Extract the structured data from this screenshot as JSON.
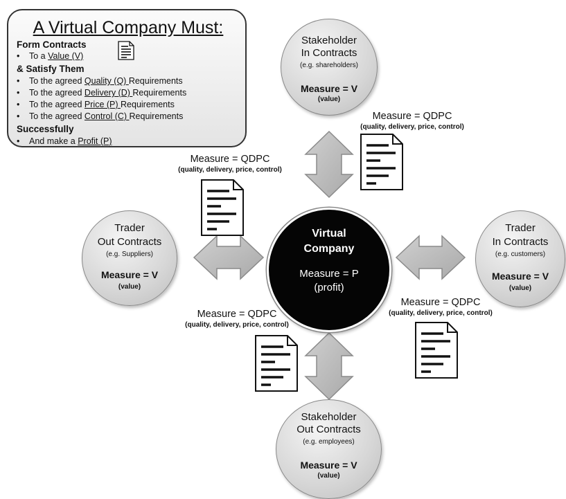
{
  "info_box": {
    "title": "A Virtual Company Must:",
    "form_heading": "Form Contracts",
    "form_item": {
      "prefix": "To a ",
      "link": "Value (V)",
      "suffix": ""
    },
    "satisfy_heading": "& Satisfy Them",
    "requirements": [
      {
        "prefix": "To the agreed ",
        "link": "Quality (Q) ",
        "suffix": "Requirements"
      },
      {
        "prefix": "To the agreed ",
        "link": "Delivery (D) ",
        "suffix": "Requirements"
      },
      {
        "prefix": "To the agreed ",
        "link": "Price (P) ",
        "suffix": "Requirements"
      },
      {
        "prefix": "To the agreed ",
        "link": "Control (C) ",
        "suffix": "Requirements"
      }
    ],
    "success_heading": "Successfully",
    "success_item": {
      "prefix": "And make a ",
      "link": "Profit (P)",
      "suffix": ""
    },
    "bullet": "•"
  },
  "center": {
    "line1": "Virtual",
    "line2": "Company",
    "measure": "Measure = P",
    "measure_note": "(profit)"
  },
  "nodes": {
    "top": {
      "line1": "Stakeholder",
      "line2": "In Contracts",
      "example": "(e.g. shareholders)",
      "measure": "Measure = V",
      "value_note": "(value)"
    },
    "bottom": {
      "line1": "Stakeholder",
      "line2": "Out Contracts",
      "example": "(e.g. employees)",
      "measure": "Measure = V",
      "value_note": "(value)"
    },
    "left": {
      "line1": "Trader",
      "line2": "Out Contracts",
      "example": "(e.g. Suppliers)",
      "measure": "Measure = V",
      "value_note": "(value)"
    },
    "right": {
      "line1": "Trader",
      "line2": "In Contracts",
      "example": "(e.g. customers)",
      "measure": "Measure = V",
      "value_note": "(value)"
    }
  },
  "links": {
    "top": {
      "measure": "Measure = QDPC",
      "detail": "(quality, delivery, price, control)"
    },
    "left": {
      "measure": "Measure = QDPC",
      "detail": "(quality, delivery, price, control)"
    },
    "bottom": {
      "measure": "Measure = QDPC",
      "detail": "(quality, delivery, price, control)"
    },
    "right": {
      "measure": "Measure = QDPC",
      "detail": "(quality, delivery, price, control)"
    }
  },
  "colors": {
    "arrow_fill": "#bdbdbd",
    "arrow_stroke": "#8a8a8a",
    "center_fill": "#050505"
  },
  "icons": [
    "document-icon",
    "double-arrow-icon"
  ]
}
